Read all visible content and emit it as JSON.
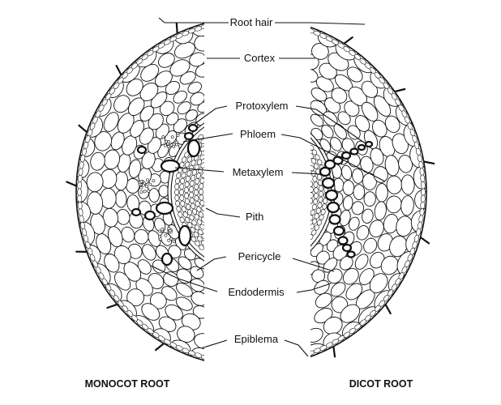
{
  "labels": {
    "root_hair": "Root hair",
    "cortex": "Cortex",
    "protoxylem": "Protoxylem",
    "phloem": "Phloem",
    "metaxylem": "Metaxylem",
    "pith": "Pith",
    "pericycle": "Pericycle",
    "endodermis": "Endodermis",
    "epiblema": "Epiblema"
  },
  "captions": {
    "monocot": "MONOCOT ROOT",
    "dicot": "DICOT ROOT"
  }
}
